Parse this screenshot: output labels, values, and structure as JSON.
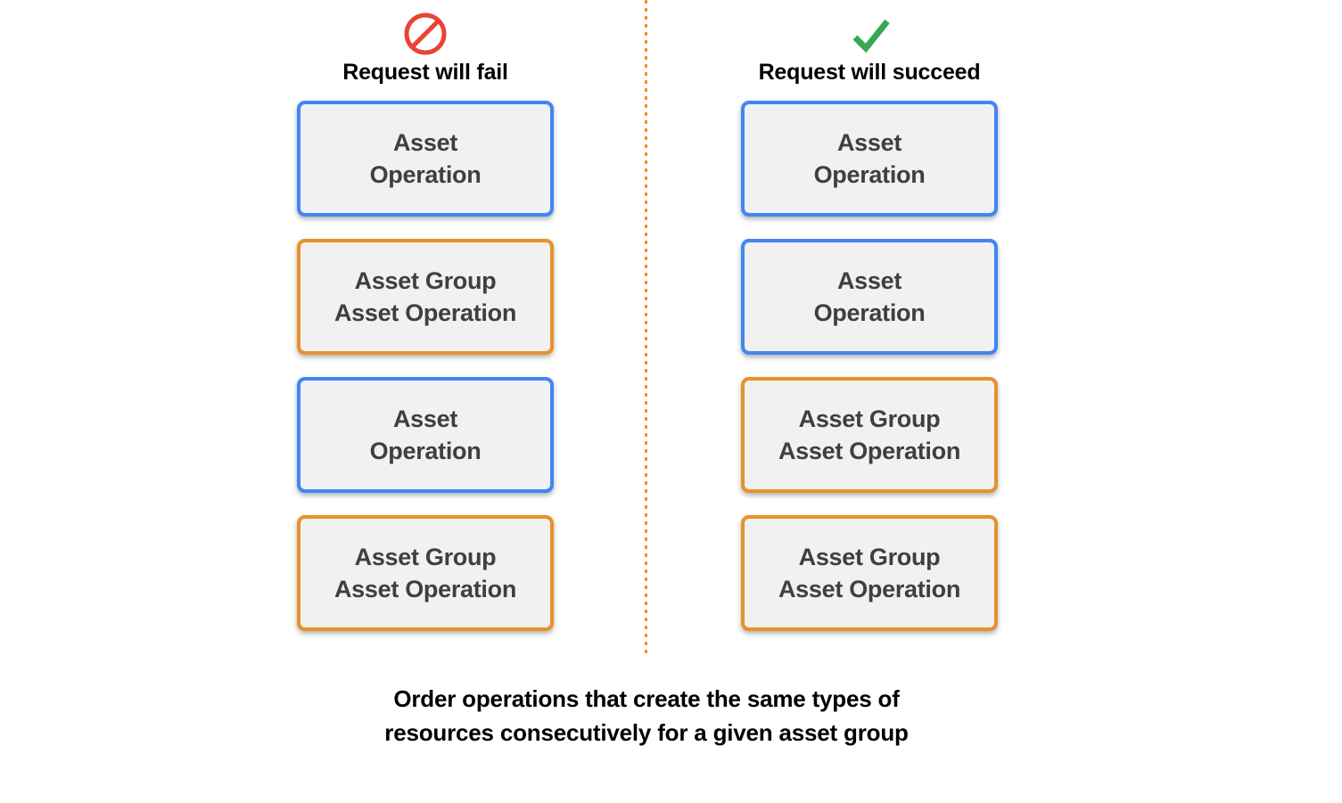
{
  "colors": {
    "blue_border": "#4285f4",
    "orange_border": "#e8912d",
    "box_fill": "#f1f1f1",
    "box_text": "#3c4043",
    "fail_icon": "#ea4335",
    "success_icon": "#34a853",
    "divider": "#e8912d",
    "background": "#ffffff",
    "caption_text": "#000000"
  },
  "columns": [
    {
      "id": "fail",
      "icon": "prohibition-icon",
      "label": "Request will fail",
      "boxes": [
        {
          "type": "asset-operation",
          "color": "blue",
          "text": "Asset\nOperation"
        },
        {
          "type": "asset-group-asset-operation",
          "color": "orange",
          "text": "Asset Group\nAsset Operation"
        },
        {
          "type": "asset-operation",
          "color": "blue",
          "text": "Asset\nOperation"
        },
        {
          "type": "asset-group-asset-operation",
          "color": "orange",
          "text": "Asset Group\nAsset Operation"
        }
      ]
    },
    {
      "id": "succeed",
      "icon": "checkmark-icon",
      "label": "Request will succeed",
      "boxes": [
        {
          "type": "asset-operation",
          "color": "blue",
          "text": "Asset\nOperation"
        },
        {
          "type": "asset-operation",
          "color": "blue",
          "text": "Asset\nOperation"
        },
        {
          "type": "asset-group-asset-operation",
          "color": "orange",
          "text": "Asset Group\nAsset Operation"
        },
        {
          "type": "asset-group-asset-operation",
          "color": "orange",
          "text": "Asset Group\nAsset Operation"
        }
      ]
    }
  ],
  "caption": "Order operations that create the same types of\nresources consecutively for a given asset group"
}
